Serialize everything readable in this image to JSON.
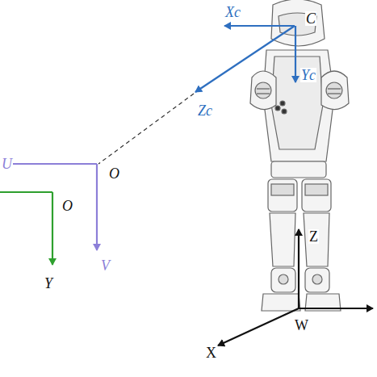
{
  "diagram": {
    "labels": [
      "Xc",
      "C",
      "Zc",
      "Yc",
      "U",
      "O",
      "V",
      "O",
      "Y",
      "Z",
      "W",
      "X"
    ]
  }
}
